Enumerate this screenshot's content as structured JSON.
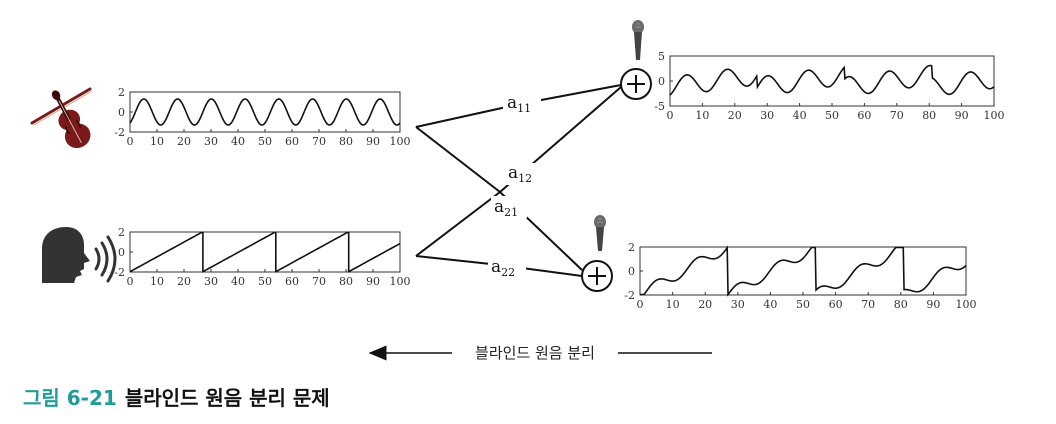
{
  "figure": {
    "number": "그림 6-21",
    "title": "블라인드 원음 분리 문제"
  },
  "direction_label": "블라인드 원음 분리",
  "colors": {
    "accent": "#1e9c9a",
    "line": "#111111",
    "violin_body": "#7a1a1a",
    "speaker": "#333333",
    "mic": "#555555"
  },
  "icons": {
    "violin": "violin-icon",
    "speaker": "speaking-head-icon",
    "microphone": "microphone-icon",
    "adder": "plus-circle-icon"
  },
  "mixing": {
    "coefficients": [
      {
        "id": "a11",
        "base": "a",
        "sub": "11"
      },
      {
        "id": "a12",
        "base": "a",
        "sub": "12"
      },
      {
        "id": "a21",
        "base": "a",
        "sub": "21"
      },
      {
        "id": "a22",
        "base": "a",
        "sub": "22"
      }
    ]
  },
  "chart_data": [
    {
      "type": "line",
      "role": "source-violin",
      "shape": "sine",
      "x_ticks": [
        0,
        10,
        20,
        30,
        40,
        50,
        60,
        70,
        80,
        90,
        100
      ],
      "y_ticks": [
        -2,
        0,
        2
      ],
      "xlim": [
        0,
        100
      ],
      "ylim": [
        -2,
        2
      ],
      "period": 12.5,
      "amplitude": 1.3
    },
    {
      "type": "line",
      "role": "source-speech",
      "shape": "sawtooth",
      "x_ticks": [
        0,
        10,
        20,
        30,
        40,
        50,
        60,
        70,
        80,
        90,
        100
      ],
      "y_ticks": [
        -2,
        0,
        2
      ],
      "xlim": [
        0,
        100
      ],
      "ylim": [
        -2,
        2
      ],
      "period": 27,
      "amplitude": 2
    },
    {
      "type": "line",
      "role": "mixture-1",
      "shape": "mix",
      "x_ticks": [
        0,
        10,
        20,
        30,
        40,
        50,
        60,
        70,
        80,
        90,
        100
      ],
      "y_ticks": [
        -5,
        0,
        5
      ],
      "xlim": [
        0,
        100
      ],
      "ylim": [
        -5,
        5
      ],
      "weights": [
        1.5,
        0.6
      ]
    },
    {
      "type": "line",
      "role": "mixture-2",
      "shape": "mix",
      "x_ticks": [
        0,
        10,
        20,
        30,
        40,
        50,
        60,
        70,
        80,
        90,
        100
      ],
      "y_ticks": [
        -2,
        0,
        2
      ],
      "xlim": [
        0,
        100
      ],
      "ylim": [
        -2,
        2
      ],
      "weights": [
        0.35,
        1.0
      ]
    }
  ]
}
